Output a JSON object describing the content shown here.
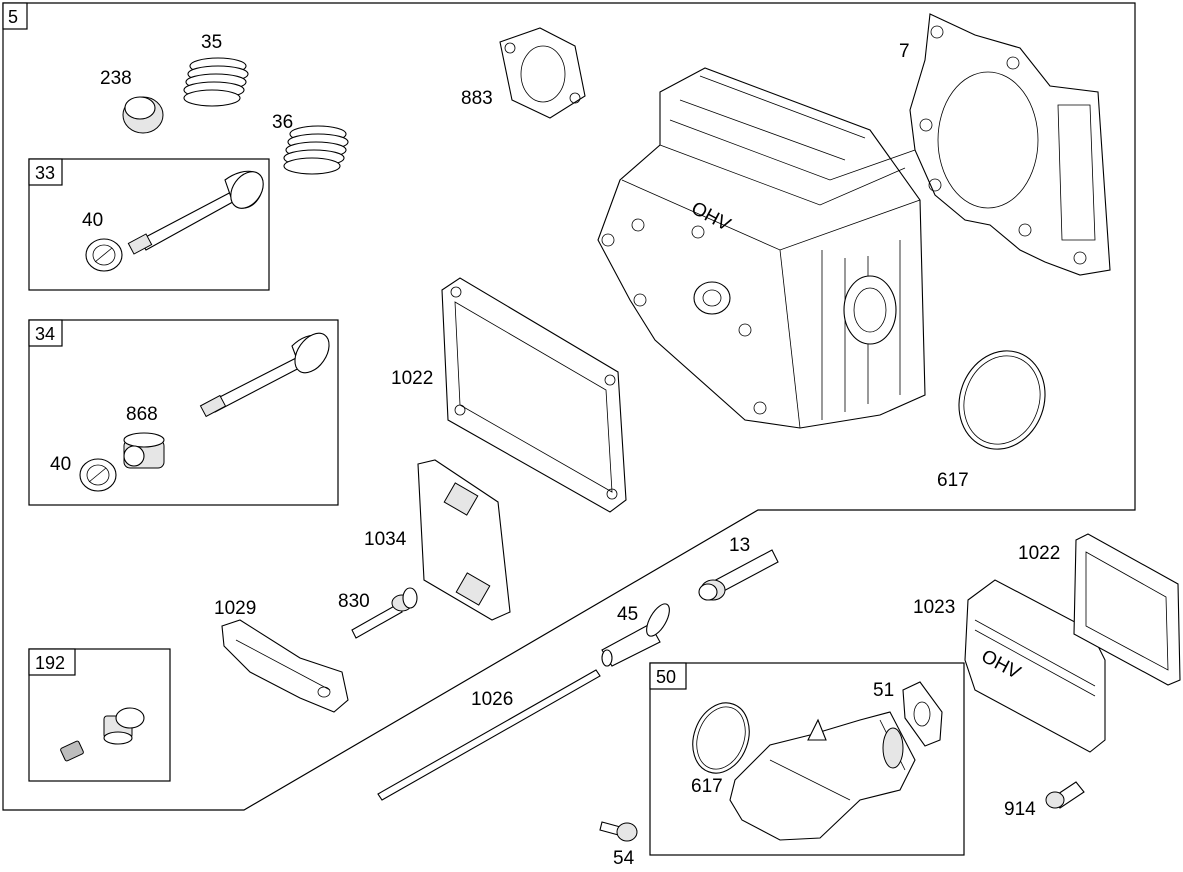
{
  "diagram": {
    "group_labels": {
      "main": "5",
      "exhaust_valve": "33",
      "intake_valve": "34",
      "breather": "192",
      "intake_manifold": "50"
    },
    "part_labels": {
      "p238": "238",
      "p35": "35",
      "p36": "36",
      "p40a": "40",
      "p40b": "40",
      "p868": "868",
      "p883": "883",
      "p7": "7",
      "p1022a": "1022",
      "p617a": "617",
      "p1034": "1034",
      "p830": "830",
      "p1029": "1029",
      "p1026": "1026",
      "p13": "13",
      "p45": "45",
      "p1022b": "1022",
      "p1023": "1023",
      "p51": "51",
      "p617b": "617",
      "p914": "914",
      "p54": "54"
    },
    "cast_text": "OHV"
  }
}
